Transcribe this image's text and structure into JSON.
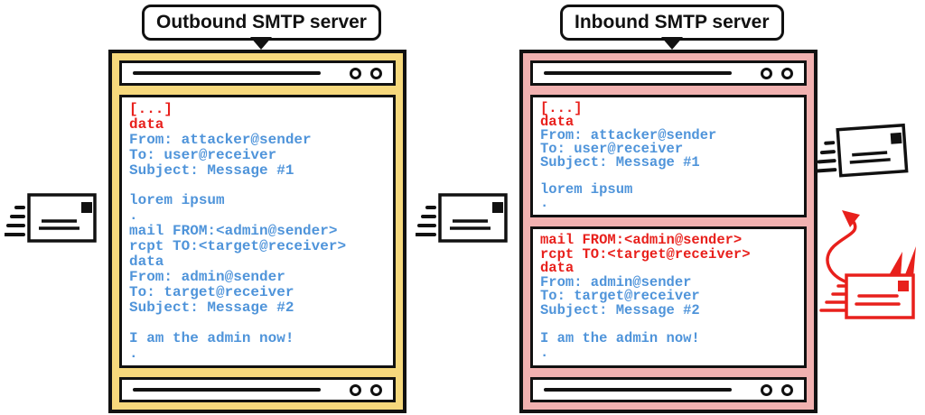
{
  "colors": {
    "outbound_window_bg": "#f6d87c",
    "inbound_window_bg": "#f1b1b0",
    "code_blue": "#4f94da",
    "code_red": "#e8201c",
    "outline": "#111111"
  },
  "outbound": {
    "label": "Outbound SMTP server",
    "code_lines": [
      {
        "text": "[...]",
        "color": "red"
      },
      {
        "text": "data",
        "color": "red"
      },
      {
        "text": "From: attacker@sender",
        "color": "blue"
      },
      {
        "text": "To: user@receiver",
        "color": "blue"
      },
      {
        "text": "Subject: Message #1",
        "color": "blue"
      },
      {
        "text": "",
        "color": "blue"
      },
      {
        "text": "lorem ipsum",
        "color": "blue"
      },
      {
        "text": ".",
        "color": "blue"
      },
      {
        "text": "mail FROM:<admin@sender>",
        "color": "blue"
      },
      {
        "text": "rcpt TO:<target@receiver>",
        "color": "blue"
      },
      {
        "text": "data",
        "color": "blue"
      },
      {
        "text": "From: admin@sender",
        "color": "blue"
      },
      {
        "text": "To: target@receiver",
        "color": "blue"
      },
      {
        "text": "Subject: Message #2",
        "color": "blue"
      },
      {
        "text": "",
        "color": "blue"
      },
      {
        "text": "I am the admin now!",
        "color": "blue"
      },
      {
        "text": ".",
        "color": "blue"
      }
    ]
  },
  "inbound": {
    "label": "Inbound SMTP server",
    "message1_lines": [
      {
        "text": "[...]",
        "color": "red"
      },
      {
        "text": "data",
        "color": "red"
      },
      {
        "text": "From: attacker@sender",
        "color": "blue"
      },
      {
        "text": "To: user@receiver",
        "color": "blue"
      },
      {
        "text": "Subject: Message #1",
        "color": "blue"
      },
      {
        "text": "",
        "color": "blue"
      },
      {
        "text": "lorem ipsum",
        "color": "blue"
      },
      {
        "text": ".",
        "color": "blue"
      }
    ],
    "message2_lines": [
      {
        "text": "mail FROM:<admin@sender>",
        "color": "red"
      },
      {
        "text": "rcpt TO:<target@receiver>",
        "color": "red"
      },
      {
        "text": "data",
        "color": "red"
      },
      {
        "text": "From: admin@sender",
        "color": "blue"
      },
      {
        "text": "To: target@receiver",
        "color": "blue"
      },
      {
        "text": "Subject: Message #2",
        "color": "blue"
      },
      {
        "text": "",
        "color": "blue"
      },
      {
        "text": "I am the admin now!",
        "color": "blue"
      },
      {
        "text": ".",
        "color": "blue"
      }
    ]
  },
  "icons": {
    "outgoing_mail": "speeding-envelope-icon",
    "relayed_mail": "speeding-envelope-icon",
    "delivered_mail": "speeding-envelope-icon",
    "smuggled_mail": "devil-envelope-icon"
  }
}
